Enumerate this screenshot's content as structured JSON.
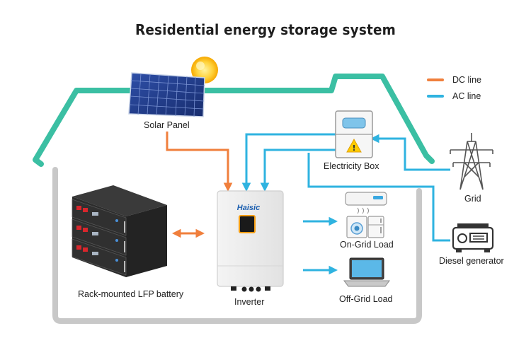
{
  "title": "Residential energy storage system",
  "legend": [
    {
      "label": "DC line",
      "color": "#f07f3c"
    },
    {
      "label": "AC line",
      "color": "#2fb3e0"
    }
  ],
  "colors": {
    "dc_line": "#f07f3c",
    "ac_line": "#2fb3e0",
    "roof": "#3bbfa3",
    "house": "#c8c8c8",
    "inverter_brand": "#1c5fb0",
    "inverter_screen": "#f39c12"
  },
  "components": {
    "solar_panel": {
      "label": "Solar Panel",
      "icon": "solar-panel-icon"
    },
    "electricity_box": {
      "label": "Electricity Box",
      "icon": "electricity-box-icon"
    },
    "grid": {
      "label": "Grid",
      "icon": "transmission-tower-icon"
    },
    "diesel_generator": {
      "label": "Diesel generator",
      "icon": "generator-icon"
    },
    "battery": {
      "label": "Rack-mounted LFP battery",
      "icon": "battery-rack-icon"
    },
    "inverter": {
      "label": "Inverter",
      "brand": "Haisic",
      "icon": "inverter-icon"
    },
    "on_grid_load": {
      "label": "On-Grid Load",
      "icon": "appliances-icon"
    },
    "off_grid_load": {
      "label": "Off-Grid Load",
      "icon": "laptop-icon"
    }
  }
}
